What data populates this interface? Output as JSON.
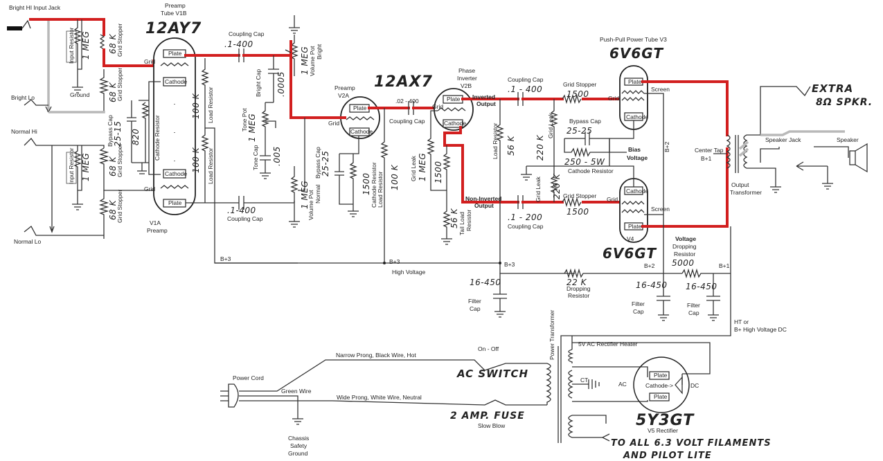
{
  "input_section": {
    "bright_hi_input_jack": "Bright HI Input Jack",
    "bright_lo": "Bright Lo",
    "normal_hi": "Normal Hi",
    "normal_lo": "Normal Lo",
    "input_resistor": "Input Resistor",
    "one_meg": "1 MEG",
    "ground": "Ground",
    "grid_stopper": "Grid Stopper",
    "sixty_eight_k": "68 K"
  },
  "v1": {
    "title_line1": "Preamp",
    "title_line2": "Tube V1B",
    "type": "12AY7",
    "plate": "Plate",
    "grid": "Grid",
    "cathode": "Cathode",
    "bottom_label1": "V1A",
    "bottom_label2": "Preamp",
    "load_resistor": "Load Resistor",
    "hundred_k": "100 K",
    "bypass_cap": "Bypass Cap",
    "bypass_value": "25-15",
    "cathode_resistor": "Cathode Resistor",
    "cathode_resistor_value": "820"
  },
  "coupling_1": {
    "label": "Coupling Cap",
    "value": ".1-400"
  },
  "coupling_2": {
    "label": "Coupling Cap",
    "value": ".1-400"
  },
  "tone_stack": {
    "bright_cap": "Bright Cap",
    "bright_cap_value": ".0005",
    "tone_pot": "Tone Pot",
    "tone_pot_value": "1 MEG",
    "tone_cap": "Tone Cap",
    "tone_cap_value": ".005",
    "volume_pot_bright": "Volume Pot",
    "bright": "Bright",
    "volume_pot_normal": "Volume Pot",
    "normal": "Normal",
    "one_meg": "1 MEG"
  },
  "v2": {
    "type": "12AX7",
    "preamp_a": "Preamp",
    "v2a": "V2A",
    "phase_inverter": "Phase",
    "inverter": "Inverter",
    "v2b": "V2B",
    "plate": "Plate",
    "cathode": "Cathode",
    "grid": "Grid",
    "coupling_value": ".02 - 400",
    "coupling_label": "Coupling Cap",
    "bypass_cap": "Bypass Cap",
    "bypass_value": "25-25",
    "cathode_resistor": "Cathode Resistor",
    "cathode_resistor_value": "1500",
    "load_resistor": "Load Resistor",
    "load_value": "100 K",
    "grid_leak": "Grid Leak",
    "grid_leak_value": "1 MEG",
    "inverted_output_1": "Inverted",
    "inverted_output_2": "Output",
    "non_inverted_1": "Non-Inverted",
    "non_inverted_2": "Output",
    "pi_cathode_value": "1500",
    "tail_load": "Tail Load",
    "resistor": "Resistor",
    "tail_value": "56 K",
    "load_resistor_2": "Load Resistor",
    "load_2_value": "56 K"
  },
  "power_section": {
    "coupling_top_label": "Coupling Cap",
    "coupling_top_value": ".1 - 400",
    "coupling_bottom_label": "Coupling Cap",
    "coupling_bottom_value": ".1 - 200",
    "grid_stopper": "Grid Stopper",
    "grid_stopper_value": "1500",
    "grid_leak": "Grid Leak",
    "grid_leak_value": "220 K",
    "bypass_cap": "Bypass Cap",
    "bypass_value": "25-25",
    "cathode_resistor": "Cathode Resistor",
    "cathode_resistor_value": "250 - 5W",
    "bias_1": "Bias",
    "bias_2": "Voltage",
    "v3_title": "Push-Pull Power Tube V3",
    "v3_type": "6V6GT",
    "v4_label": "V4",
    "v4_type": "6V6GT",
    "plate": "Plate",
    "screen": "Screen",
    "cathode": "Cathode",
    "grid": "Grid",
    "b_plus_2": "B+2"
  },
  "output": {
    "center_tap": "Center Tap",
    "b_plus_1": "B+1",
    "output_1": "Output",
    "output_2": "Transformer",
    "speaker_jack": "Speaker Jack",
    "speaker": "Speaker",
    "extra_1": "EXTRA",
    "extra_2": "8Ω SPKR."
  },
  "supply": {
    "b_plus_3": "B+3",
    "high_voltage": "High Voltage",
    "filter_value": "16-450",
    "filter_cap": "Filter",
    "cap": "Cap",
    "dropping_value": "22 K",
    "dropping_label_1": "Dropping",
    "dropping_label_2": "Resistor",
    "voltage_1": "Voltage",
    "voltage_2": "Dropping",
    "voltage_3": "Resistor",
    "voltage_value": "5000",
    "b_plus_2": "B+2",
    "b_plus_1": "B+1",
    "ht_1": "HT or",
    "ht_2": "B+ High Voltage DC"
  },
  "mains": {
    "power_cord": "Power Cord",
    "green_wire": "Green Wire",
    "narrow": "Narrow Prong, Black Wire, Hot",
    "wide": "Wide Prong, White Wire, Neutral",
    "on_off": "On - Off",
    "ac_switch": "AC SWITCH",
    "fuse": "2 AMP. FUSE",
    "slow_blow": "Slow Blow",
    "chassis_1": "Chassis",
    "chassis_2": "Safety",
    "chassis_3": "Ground",
    "power_transformer": "Power Transformer",
    "rectifier_heater": "5V AC Rectifier Heater",
    "ct": "CT",
    "ac": "AC",
    "dc": "DC",
    "plate": "Plate",
    "cathode": "Cathode->",
    "rect_type": "5Y3GT",
    "rect_label": "V5 Rectifier",
    "filaments_1": "TO ALL 6.3 VOLT FILAMENTS",
    "filaments_2": "AND PILOT LITE"
  },
  "colors": {
    "signal": "#d21f1f",
    "ground_path": "#b9b9b9",
    "wire": "#333333"
  }
}
